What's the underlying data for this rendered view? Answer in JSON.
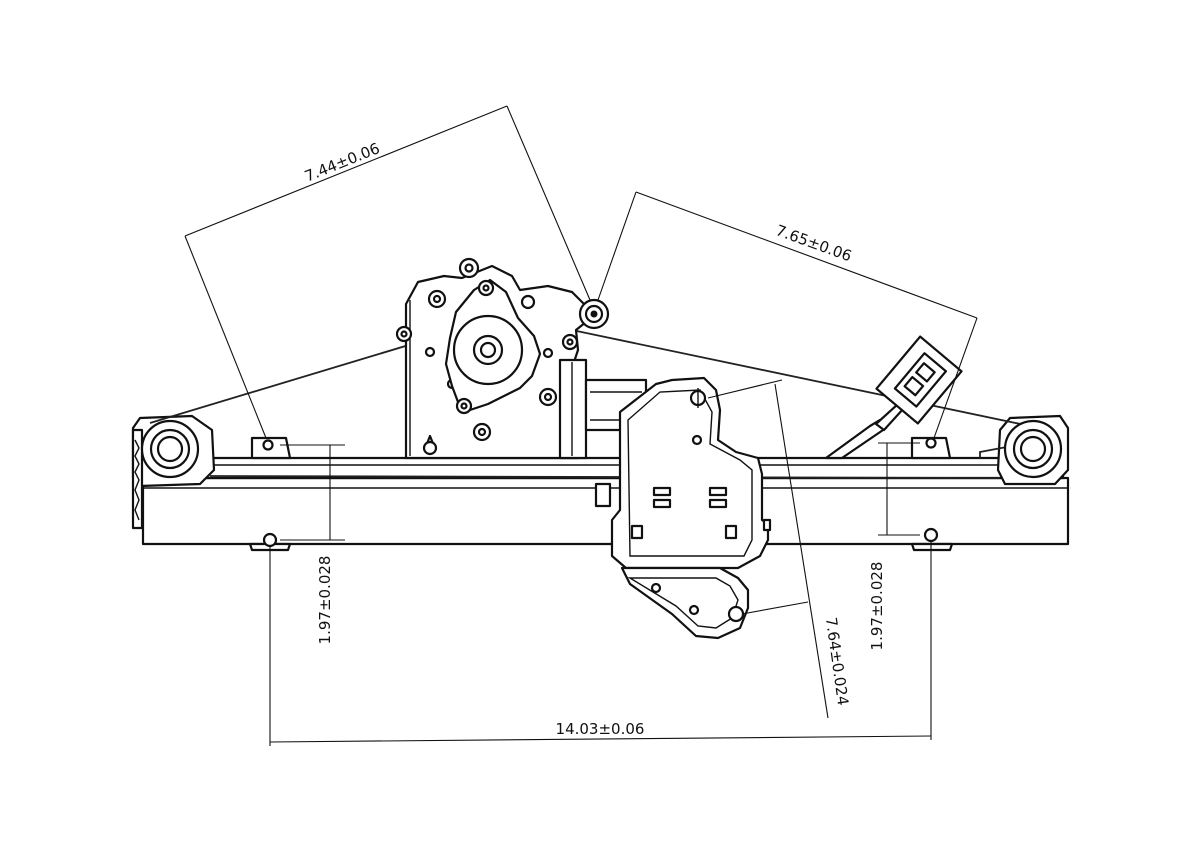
{
  "diagram": {
    "subject": "window regulator assembly",
    "dimensions": {
      "motor_to_left_pulley": "7.44±0.06",
      "pivot_to_connector": "7.65±0.06",
      "left_mount_height": "1.97±0.028",
      "right_mount_height": "1.97±0.028",
      "carrier_height": "7.64±0.024",
      "mount_spacing": "14.03±0.06"
    },
    "colors": {
      "line": "#111111",
      "background": "#ffffff"
    }
  }
}
